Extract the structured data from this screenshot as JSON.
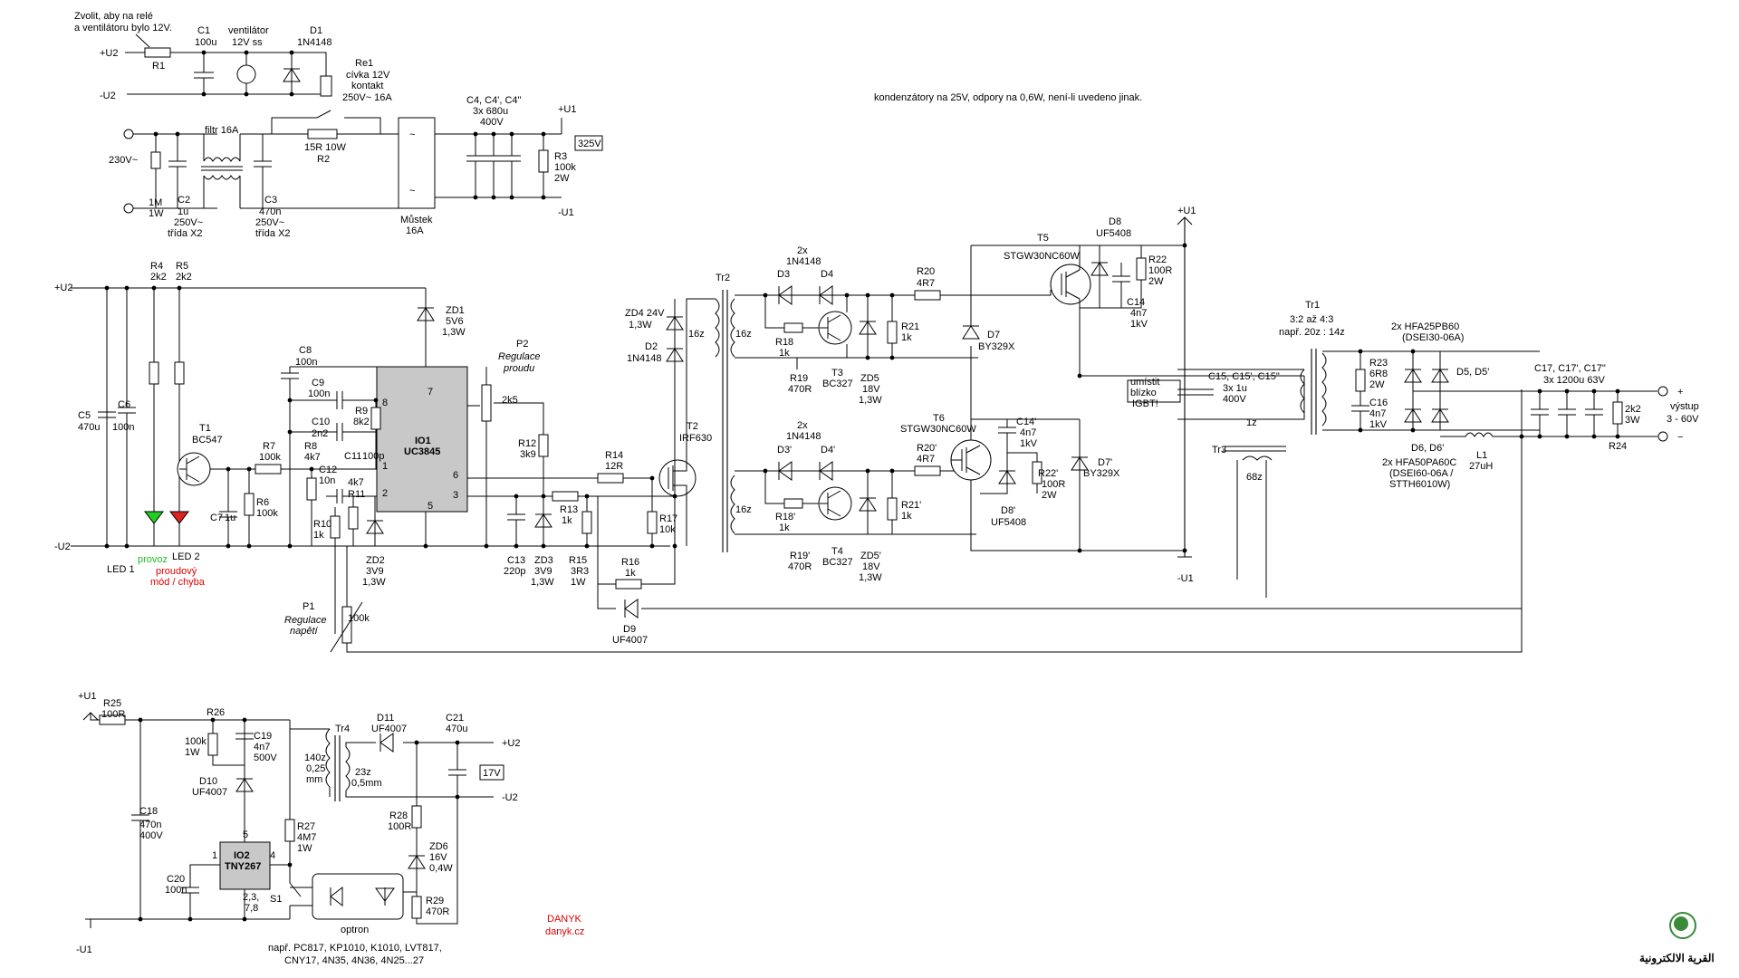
{
  "colors": {
    "wire": "#000000",
    "ic_fill": "#c8c8c8",
    "led_green": "#22cc22",
    "led_red": "#dd2222",
    "note_green": "#22bb22",
    "note_red": "#dd0000",
    "logo_green": "#3a8a3a"
  },
  "notes": {
    "relay_note_1": "Zvolit, aby na relé",
    "relay_note_2": "a ventilátoru bylo 12V.",
    "general": "kondenzátory na 25V, odpory na 0,6W, není-li uvedeno jinak.",
    "igbt_1": "umístit",
    "igbt_2": "blízko",
    "igbt_3": "IGBT!",
    "author_1": "DANYK",
    "author_2": "danyk.cz",
    "optron_alt_1": "např. PC817, KP1010, K1010, LVT817,",
    "optron_alt_2": "CNY17, 4N35, 4N36, 4N25...27",
    "logo_text": "القرية الالكترونية"
  },
  "nets": {
    "u2p": "+U2",
    "u2m": "-U2",
    "u1p": "+U1",
    "u1m": "-U1",
    "v325": "325V",
    "v17": "17V",
    "mains": "230V~",
    "out_plus": "+",
    "out_minus": "−",
    "output_1": "výstup",
    "output_2": "3 - 60V"
  },
  "parts": {
    "r1": "R1",
    "c1": "C1",
    "c1v": "100u",
    "fan": "ventilátor",
    "fan_v": "12V ss",
    "d1": "D1",
    "d1v": "1N4148",
    "re1": "Re1",
    "re1_1": "cívka 12V",
    "re1_2": "kontakt",
    "re1_3": "250V~ 16A",
    "filtr": "filtr 16A",
    "r_bleed_1": "1M",
    "r_bleed_2": "1W",
    "c2": "C2",
    "c2_1": "1u",
    "c2_2": "250V~",
    "c2_3": "třída X2",
    "r2v": "15R 10W",
    "r2": "R2",
    "c3": "C3",
    "c3_1": "470n",
    "c3_2": "250V~",
    "c3_3": "třída X2",
    "bridge_1": "Můstek",
    "bridge_2": "16A",
    "c4_1": "C4, C4', C4\"",
    "c4_2": "3x 680u",
    "c4_3": "400V",
    "r3": "R3",
    "r3_1": "100k",
    "r3_2": "2W",
    "r4": "R4",
    "r4v": "2k2",
    "r5": "R5",
    "r5v": "2k2",
    "c5": "C5",
    "c5v": "470u",
    "c6": "C6",
    "c6v": "100n",
    "t1": "T1",
    "t1v": "BC547",
    "led1": "LED 1",
    "led2": "LED 2",
    "provoz": "provoz",
    "proud_1": "proudový",
    "proud_2": "mód / chyba",
    "r7": "R7",
    "r7v": "100k",
    "c7": "C7",
    "c7v": "1u",
    "r6": "R6",
    "r6v": "100k",
    "c8": "C8",
    "c8v": "100n",
    "c9": "C9",
    "c9v": "100n",
    "c10": "C10",
    "c10v": "2n2",
    "r8": "R8",
    "r8v": "4k7",
    "r9": "R9",
    "r9v": "8k2",
    "c11": "C11",
    "c11v": "100p",
    "c12": "C12",
    "c12v": "10n",
    "r11v": "4k7",
    "r11": "R11",
    "r10": "R10",
    "r10v": "1k",
    "zd2": "ZD2",
    "zd2_1": "3V9",
    "zd2_2": "1,3W",
    "zd1": "ZD1",
    "zd1_1": "5V6",
    "zd1_2": "1,3W",
    "io1_1": "IO1",
    "io1_2": "UC3845",
    "pin7": "7",
    "pin8": "8",
    "pin1": "1",
    "pin2": "2",
    "pin6": "6",
    "pin3": "3",
    "pin5": "5",
    "p2": "P2",
    "p2_1": "Regulace",
    "p2_2": "proudu",
    "p2v": "2k5",
    "r12": "R12",
    "r12v": "3k9",
    "r14": "R14",
    "r14v": "12R",
    "r13": "R13",
    "r13v": "1k",
    "r15": "R15",
    "r15_1": "3R3",
    "r15_2": "1W",
    "c13": "C13",
    "c13v": "220p",
    "zd3": "ZD3",
    "zd3_1": "3V9",
    "zd3_2": "1,3W",
    "r16": "R16",
    "r16v": "1k",
    "r17": "R17",
    "r17v": "10k",
    "d9": "D9",
    "d9v": "UF4007",
    "t2": "T2",
    "t2v": "IRF630",
    "zd4_1": "ZD4  24V",
    "zd4_2": "1,3W",
    "d2": "D2",
    "d2v": "1N4148",
    "p1": "P1",
    "p1_1": "Regulace",
    "p1_2": "napětí",
    "p1v": "100k",
    "tr2": "Tr2",
    "z16": "16z",
    "x2_1n": "2x",
    "x2_1nv": "1N4148",
    "d3": "D3",
    "d4": "D4",
    "d3p": "D3'",
    "d4p": "D4'",
    "r18": "R18",
    "r18v": "1k",
    "r18p": "R18'",
    "r19": "R19",
    "r19v": "470R",
    "r19p": "R19'",
    "t3": "T3",
    "t3v": "BC327",
    "t4": "T4",
    "t4v": "BC327",
    "zd5": "ZD5",
    "zd5_1": "18V",
    "zd5_2": "1,3W",
    "zd5p": "ZD5'",
    "r21": "R21",
    "r21v": "1k",
    "r21p": "R21'",
    "r20": "R20",
    "r20v": "4R7",
    "r20p": "R20'",
    "t5": "T5",
    "t5v": "STGW30NC60W",
    "t6": "T6",
    "t6v": "STGW30NC60W",
    "d8": "D8",
    "d8v": "UF5408",
    "d8p": "D8'",
    "r22": "R22",
    "r22_1": "100R",
    "r22_2": "2W",
    "r22p": "R22'",
    "c14": "C14",
    "c14_1": "4n7",
    "c14_2": "1kV",
    "c14p": "C14'",
    "d7": "D7",
    "d7v": "BY329X",
    "d7p": "D7'",
    "c15_1": "C15, C15', C15\"",
    "c15_2": "3x 1u",
    "c15_3": "400V",
    "z1": "1z",
    "tr3": "Tr3",
    "z68": "68z",
    "tr1": "Tr1",
    "tr1_1": "3:2 až 4:3",
    "tr1_2": "např. 20z : 14z",
    "d5hdr_1": "2x HFA25PB60",
    "d5hdr_2": "(DSEI30-06A)",
    "r23": "R23",
    "r23_1": "6R8",
    "r23_2": "2W",
    "c16": "C16",
    "c16_1": "4n7",
    "c16_2": "1kV",
    "d5": "D5, D5'",
    "d6": "D6, D6'",
    "d6alt_1": "2x HFA50PA60C",
    "d6alt_2": "(DSEI60-06A /",
    "d6alt_3": "STTH6010W)",
    "l1": "L1",
    "l1v": "27uH",
    "c17_1": "C17, C17', C17\"",
    "c17_2": "3x 1200u 63V",
    "r24": "R24",
    "r24_1": "2k2",
    "r24_2": "3W",
    "r25": "R25",
    "r25v": "100R",
    "r26": "R26",
    "r26_1": "100k",
    "r26_2": "1W",
    "c19": "C19",
    "c19_1": "4n7",
    "c19_2": "500V",
    "d10": "D10",
    "d10v": "UF4007",
    "c18": "C18",
    "c18_1": "470n",
    "c18_2": "400V",
    "c20": "C20",
    "c20v": "100n",
    "io2_1": "IO2",
    "io2_2": "TNY267",
    "p5": "5",
    "p4": "4",
    "p1b": "1",
    "p23": "2,3,",
    "p78": "7,8",
    "s1": "S1",
    "r27": "R27",
    "r27_1": "4M7",
    "r27_2": "1W",
    "tr4": "Tr4",
    "tr4_1": "140z",
    "tr4_2": "0,25",
    "tr4_3": "mm",
    "sec_1": "23z",
    "sec_2": "0,5mm",
    "d11": "D11",
    "d11v": "UF4007",
    "c21": "C21",
    "c21v": "470u",
    "r28": "R28",
    "r28v": "100R",
    "zd6": "ZD6",
    "zd6_1": "16V",
    "zd6_2": "0,4W",
    "r29": "R29",
    "r29v": "470R",
    "optron": "optron"
  }
}
